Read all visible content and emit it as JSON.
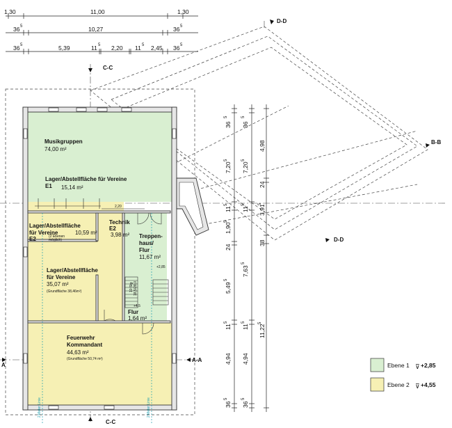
{
  "top_dims": {
    "row1": [
      "1,30",
      "11,00",
      "1,30"
    ],
    "row2": {
      "left_main": "36",
      "left_sup": "5",
      "mid": "10,27",
      "right_main": "36",
      "right_sup": "5"
    },
    "row3": {
      "a_main": "36",
      "a_sup": "5",
      "b": "5,39",
      "c_main": "11",
      "c_sup": "5",
      "d": "2,20",
      "e_main": "11",
      "e_sup": "5",
      "f": "2,45",
      "g_main": "36",
      "g_sup": "5"
    }
  },
  "sections": {
    "cc": "C-C",
    "bb": "B-B",
    "dd": "D-D",
    "aa": "A-A",
    "a": "A"
  },
  "rooms": {
    "musik": {
      "name": "Musikgruppen",
      "area": "74,00 m²"
    },
    "e1": {
      "name": "Lager/Abstellfläche für Vereine",
      "code": "E1",
      "area": "15,14 m²"
    },
    "e2": {
      "line1": "Lager/Abstellfläche",
      "line2": "für Vereine",
      "code": "E2",
      "area": "10,59 m²",
      "note1": "(2 Ebenen",
      "note2": "möglich)"
    },
    "technik": {
      "name": "Technik",
      "code": "E2",
      "area": "3,98 m²"
    },
    "treppe": {
      "line1": "Treppen-",
      "line2": "haus/",
      "line3": "Flur",
      "area": "11,67 m²",
      "level": "+2,85"
    },
    "lager": {
      "line1": "Lager/Abstellfläche",
      "line2": "für Vereine",
      "area": "35,07 m²",
      "note": "(Grundfläche 38,46m²)"
    },
    "flur": {
      "level": "+4,5",
      "name": "Flur",
      "area": "1,64 m²"
    },
    "fw": {
      "line1": "Feuerwehr",
      "line2": "Kommandant",
      "area": "44,63 m²",
      "note": "(Grundfläche 50,74 m²)"
    }
  },
  "misc": {
    "width_220": "2,20",
    "meter_line": "2 Meter Linie",
    "stair1": "10 Stg",
    "stair2": "18,5/28,0"
  },
  "right_dims": {
    "col1": [
      {
        "main": "36",
        "sup": "5"
      },
      {
        "main": "7,20",
        "sup": "5"
      },
      {
        "main": "11",
        "sup": "5"
      },
      {
        "main": "1,90",
        "sup": "5"
      },
      {
        "main": "24",
        "sup": ""
      },
      {
        "main": "5,49",
        "sup": "5"
      },
      {
        "main": "11",
        "sup": "5"
      },
      {
        "main": "4,94",
        "sup": ""
      },
      {
        "main": "36",
        "sup": "5"
      }
    ],
    "col2": [
      {
        "main": "36",
        "sup": "5"
      },
      {
        "main": "7,20",
        "sup": "5"
      },
      {
        "main": "11",
        "sup": "5"
      },
      {
        "main": "7,63",
        "sup": "5"
      },
      {
        "main": "11",
        "sup": "5"
      },
      {
        "main": "4,94",
        "sup": ""
      },
      {
        "main": "36",
        "sup": "5"
      }
    ],
    "col3": [
      {
        "main": "4,98",
        "sup": ""
      },
      {
        "main": "24",
        "sup": ""
      },
      {
        "main": "3,91",
        "sup": "5"
      },
      {
        "main": "38",
        "sup": ""
      },
      {
        "main": "11,22",
        "sup": "5"
      }
    ]
  },
  "legend": [
    {
      "label": "Ebene 1",
      "level": "+2,85",
      "color": "#d9efd1"
    },
    {
      "label": "Ebene 2",
      "level": "+4,55",
      "color": "#f6f0b4"
    }
  ],
  "colors": {
    "ebene1": "#d9efd1",
    "ebene2": "#f6f0b4",
    "teal": "#1f9fb0"
  }
}
